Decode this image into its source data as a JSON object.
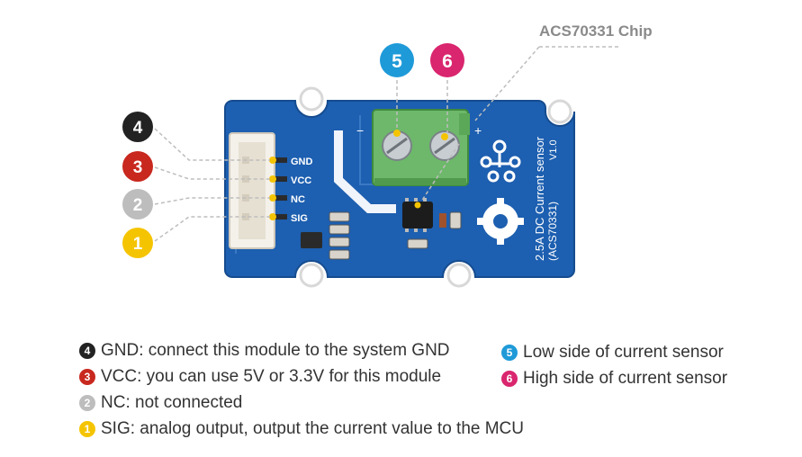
{
  "callout": {
    "chip_label": "ACS70331 Chip"
  },
  "badges": {
    "gnd": {
      "number": "4",
      "color": "#222222"
    },
    "vcc": {
      "number": "3",
      "color": "#c8281e"
    },
    "nc": {
      "number": "2",
      "color": "#bdbdbd"
    },
    "sig": {
      "number": "1",
      "color": "#f5c400"
    },
    "low": {
      "number": "5",
      "color": "#1f9ad8"
    },
    "high": {
      "number": "6",
      "color": "#d9266e"
    }
  },
  "board": {
    "pins": [
      "GND",
      "VCC",
      "NC",
      "SIG"
    ],
    "silkscreen_line1": "2.5A DC Current sensor",
    "silkscreen_line2": "(ACS70331)",
    "version": "V1.0",
    "minus": "−",
    "plus": "+",
    "board_color": "#1d5fb0"
  },
  "legend": {
    "gnd": {
      "num": "4",
      "text": "GND: connect this module to the system GND"
    },
    "vcc": {
      "num": "3",
      "text": "VCC: you can use 5V or 3.3V for this module"
    },
    "nc": {
      "num": "2",
      "text": "NC: not connected"
    },
    "sig": {
      "num": "1",
      "text": "SIG: analog output, output the current value to the MCU"
    },
    "low": {
      "num": "5",
      "text": "Low side of current sensor"
    },
    "high": {
      "num": "6",
      "text": "High side of current sensor"
    }
  }
}
